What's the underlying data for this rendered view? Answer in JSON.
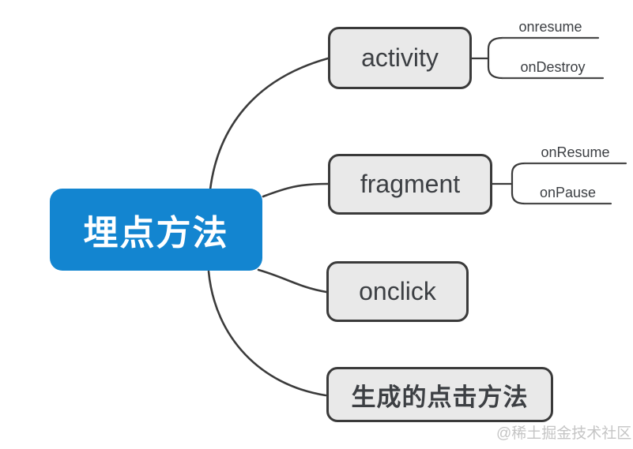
{
  "diagram": {
    "root": {
      "label": "埋点方法"
    },
    "branches": [
      {
        "label": "activity",
        "children": [
          {
            "label": "onresume"
          },
          {
            "label": "onDestroy"
          }
        ]
      },
      {
        "label": "fragment",
        "children": [
          {
            "label": "onResume"
          },
          {
            "label": "onPause"
          }
        ]
      },
      {
        "label": "onclick",
        "children": []
      },
      {
        "label": "生成的点击方法",
        "children": []
      }
    ],
    "colors": {
      "root_bg": "#1385d0",
      "root_text": "#ffffff",
      "topic_bg": "#e9e9e9",
      "topic_border": "#3a3a3a",
      "topic_text": "#3c3f43",
      "connector": "#3b3b3b",
      "watermark": "#c5c5c5"
    },
    "watermark": "@稀土掘金技术社区"
  }
}
